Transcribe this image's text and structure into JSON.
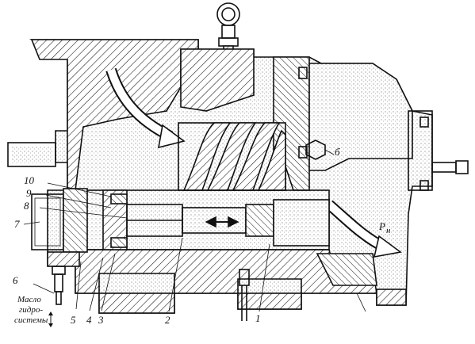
{
  "callouts": {
    "c1": "1",
    "c2": "2",
    "c3": "3",
    "c4": "4",
    "c5": "5",
    "c6": "6",
    "c7": "7",
    "c8": "8",
    "c9": "9",
    "c10": "10",
    "b": "б",
    "pressure_main": "Р",
    "pressure_sub": "н"
  },
  "oil_label": {
    "line1": "Масло",
    "line2": "гидро-",
    "line3": "системы"
  },
  "colors": {
    "ink": "#111111",
    "paper": "#ffffff",
    "stipple": "#9a9a9a"
  }
}
